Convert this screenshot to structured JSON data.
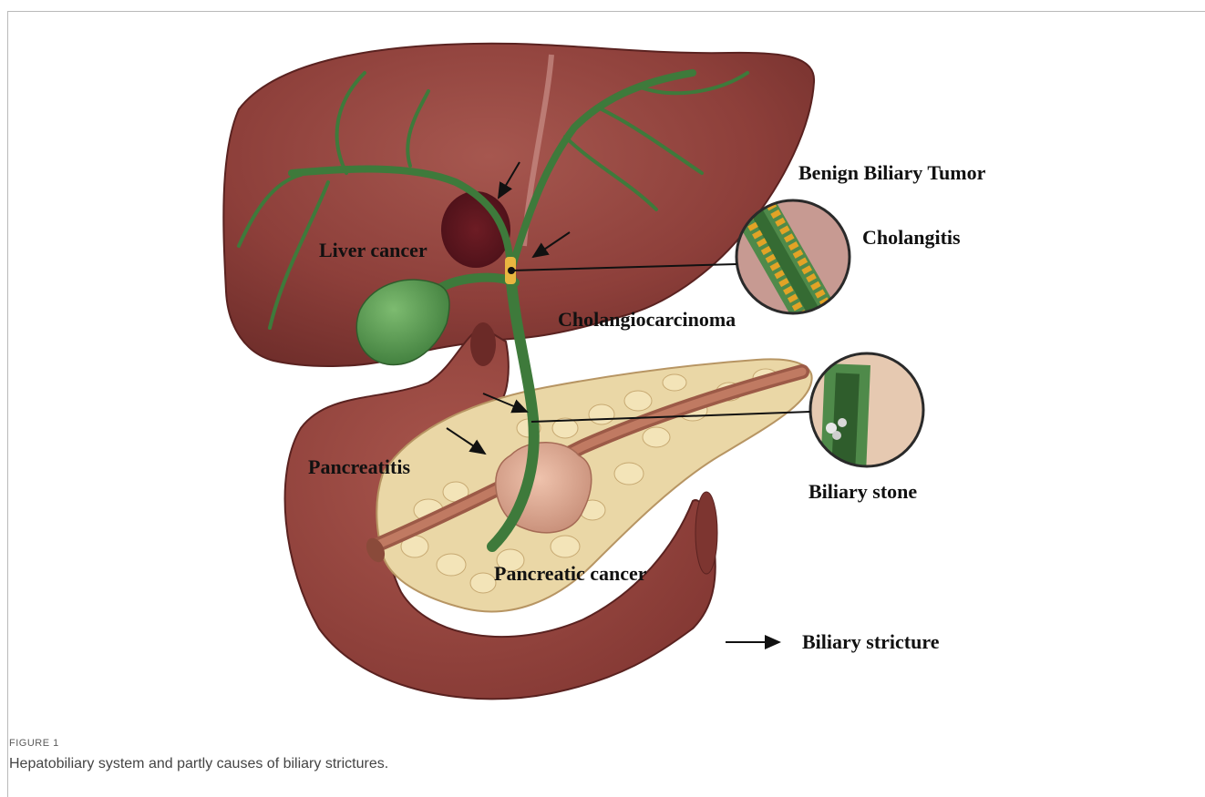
{
  "figure": {
    "labels": {
      "benign_biliary_tumor": "Benign Biliary Tumor",
      "cholangitis": "Cholangitis",
      "liver_cancer": "Liver cancer",
      "cholangiocarcinoma": "Cholangiocarcinoma",
      "pancreatitis": "Pancreatitis",
      "biliary_stone": "Biliary stone",
      "pancreatic_cancer": "Pancreatic cancer"
    },
    "legend": {
      "biliary_stricture": "Biliary stricture"
    }
  },
  "caption": {
    "number": "FIGURE 1",
    "text": "Hepatobiliary system and partly causes of biliary strictures."
  },
  "colors": {
    "liver": "#8e3f3a",
    "duodenum": "#9a4740",
    "bile_duct": "#4f8a4a",
    "pancreas": "#ead7a6",
    "tumor": "#d9a58e"
  }
}
